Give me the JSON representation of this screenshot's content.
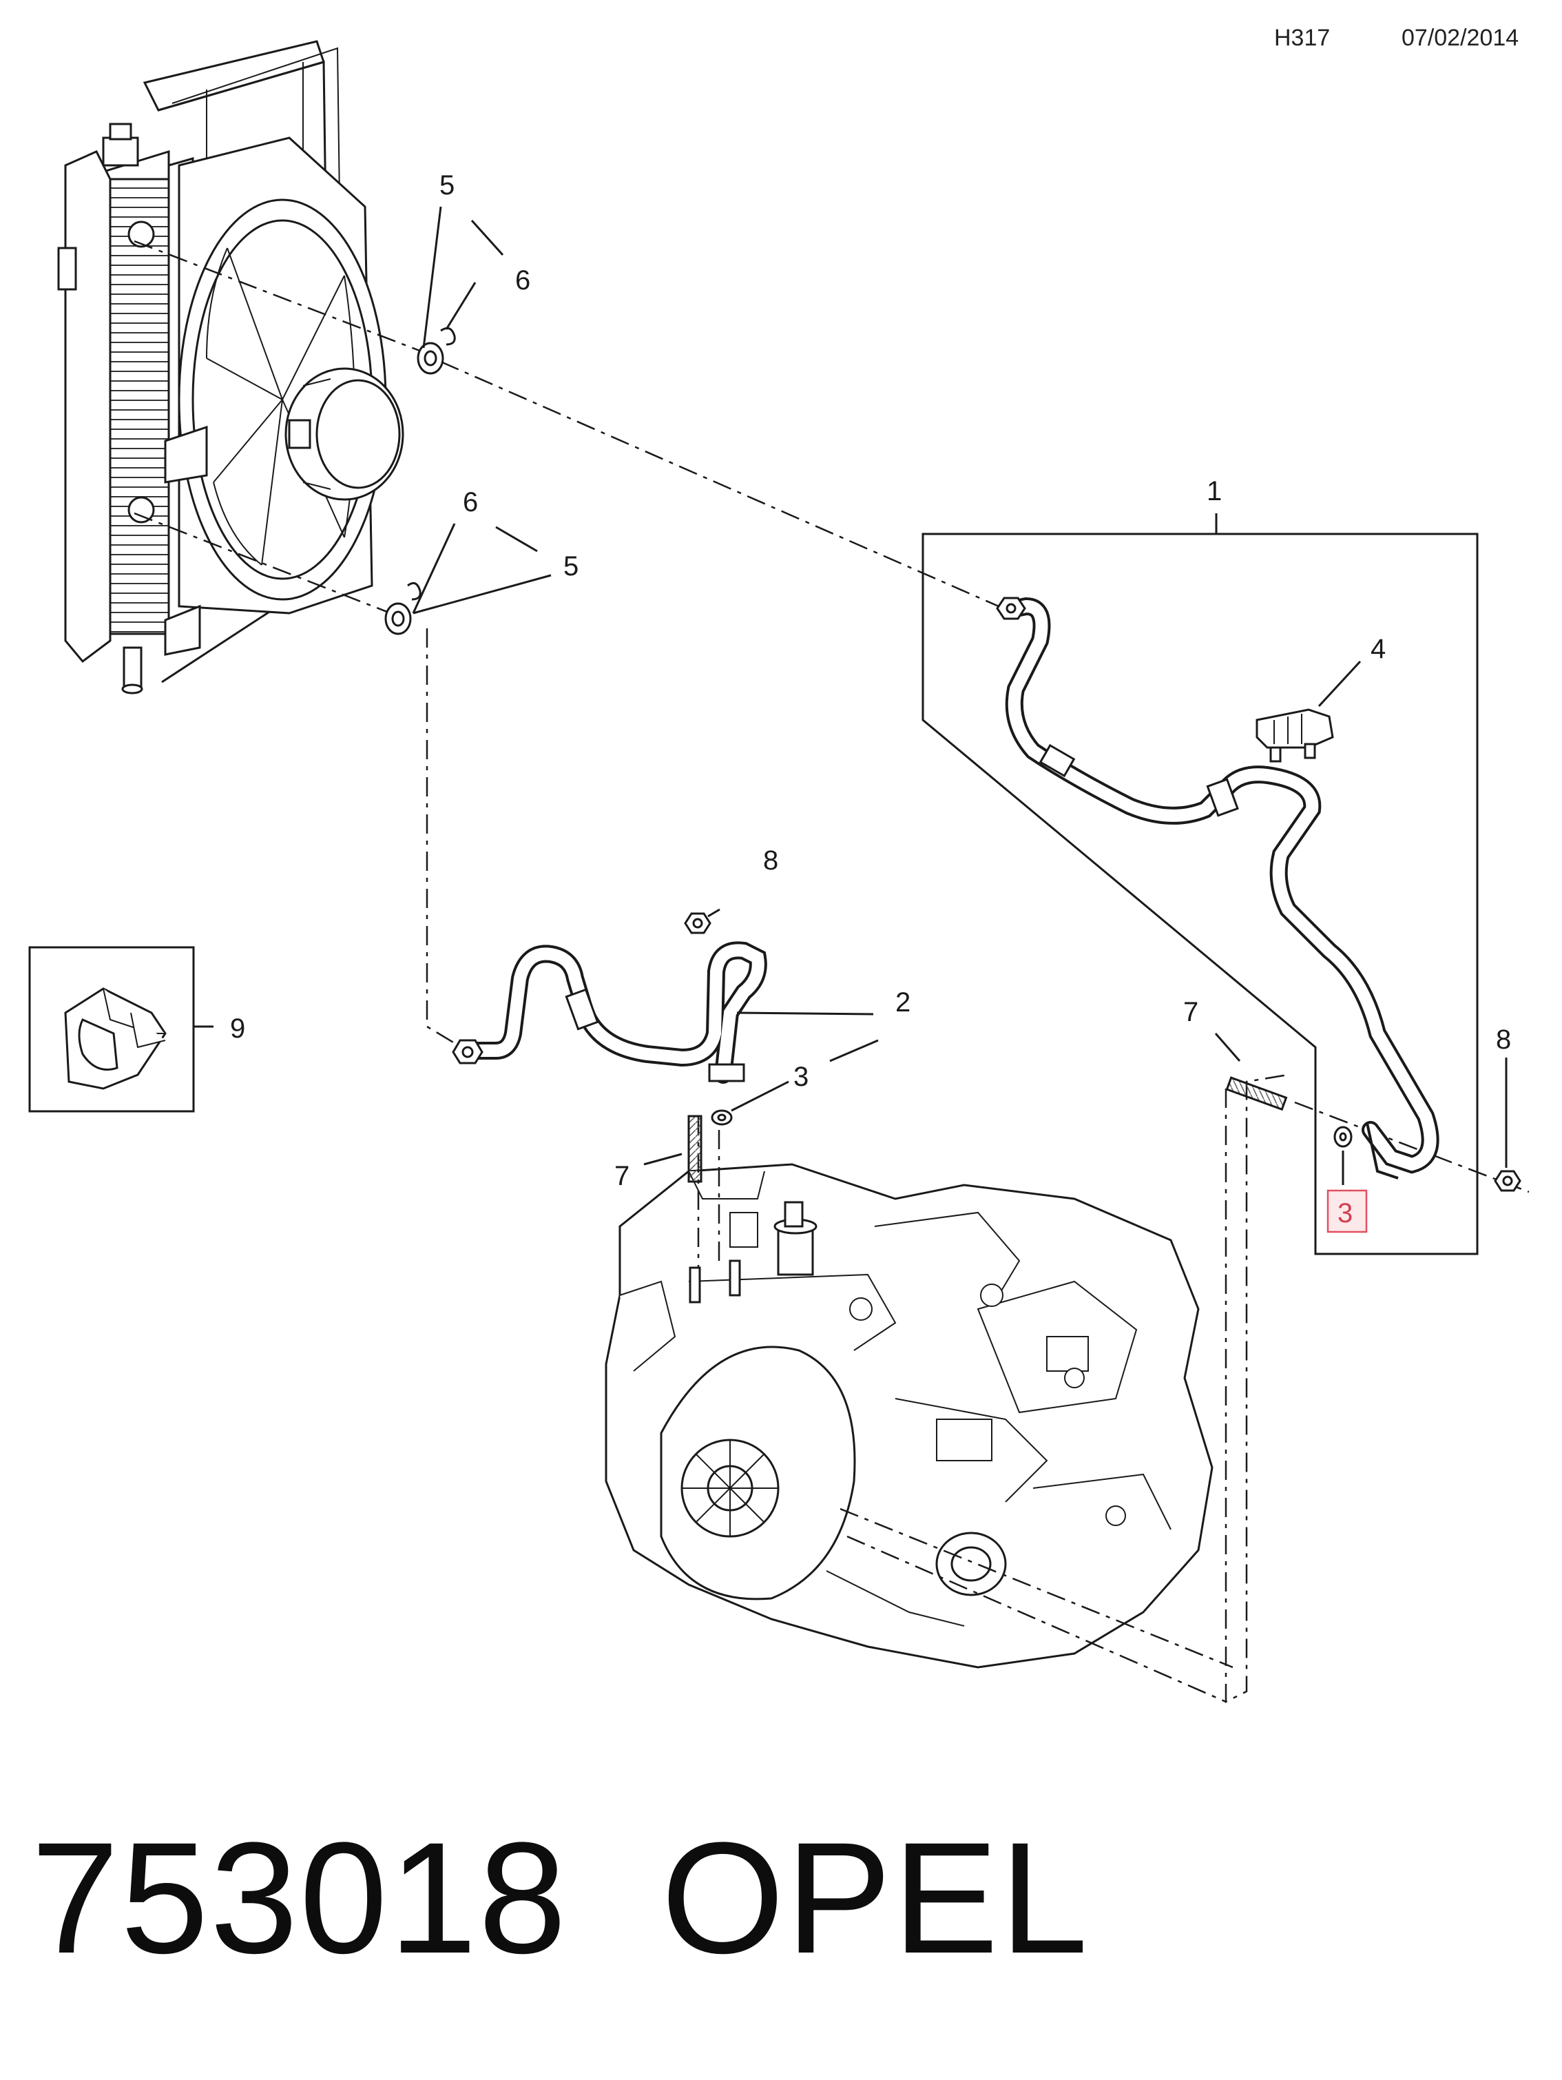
{
  "header": {
    "code": "H317",
    "date": "07/02/2014"
  },
  "callouts": {
    "c1": "1",
    "c2": "2",
    "c3": "3",
    "c3b": "3",
    "c4": "4",
    "c5a": "5",
    "c5b": "5",
    "c6a": "6",
    "c6b": "6",
    "c7a": "7",
    "c7b": "7",
    "c8a": "8",
    "c8b": "8",
    "c9": "9"
  },
  "highlight_color": "#e05060",
  "footer": {
    "part_number": "753018",
    "brand": "OPEL"
  }
}
